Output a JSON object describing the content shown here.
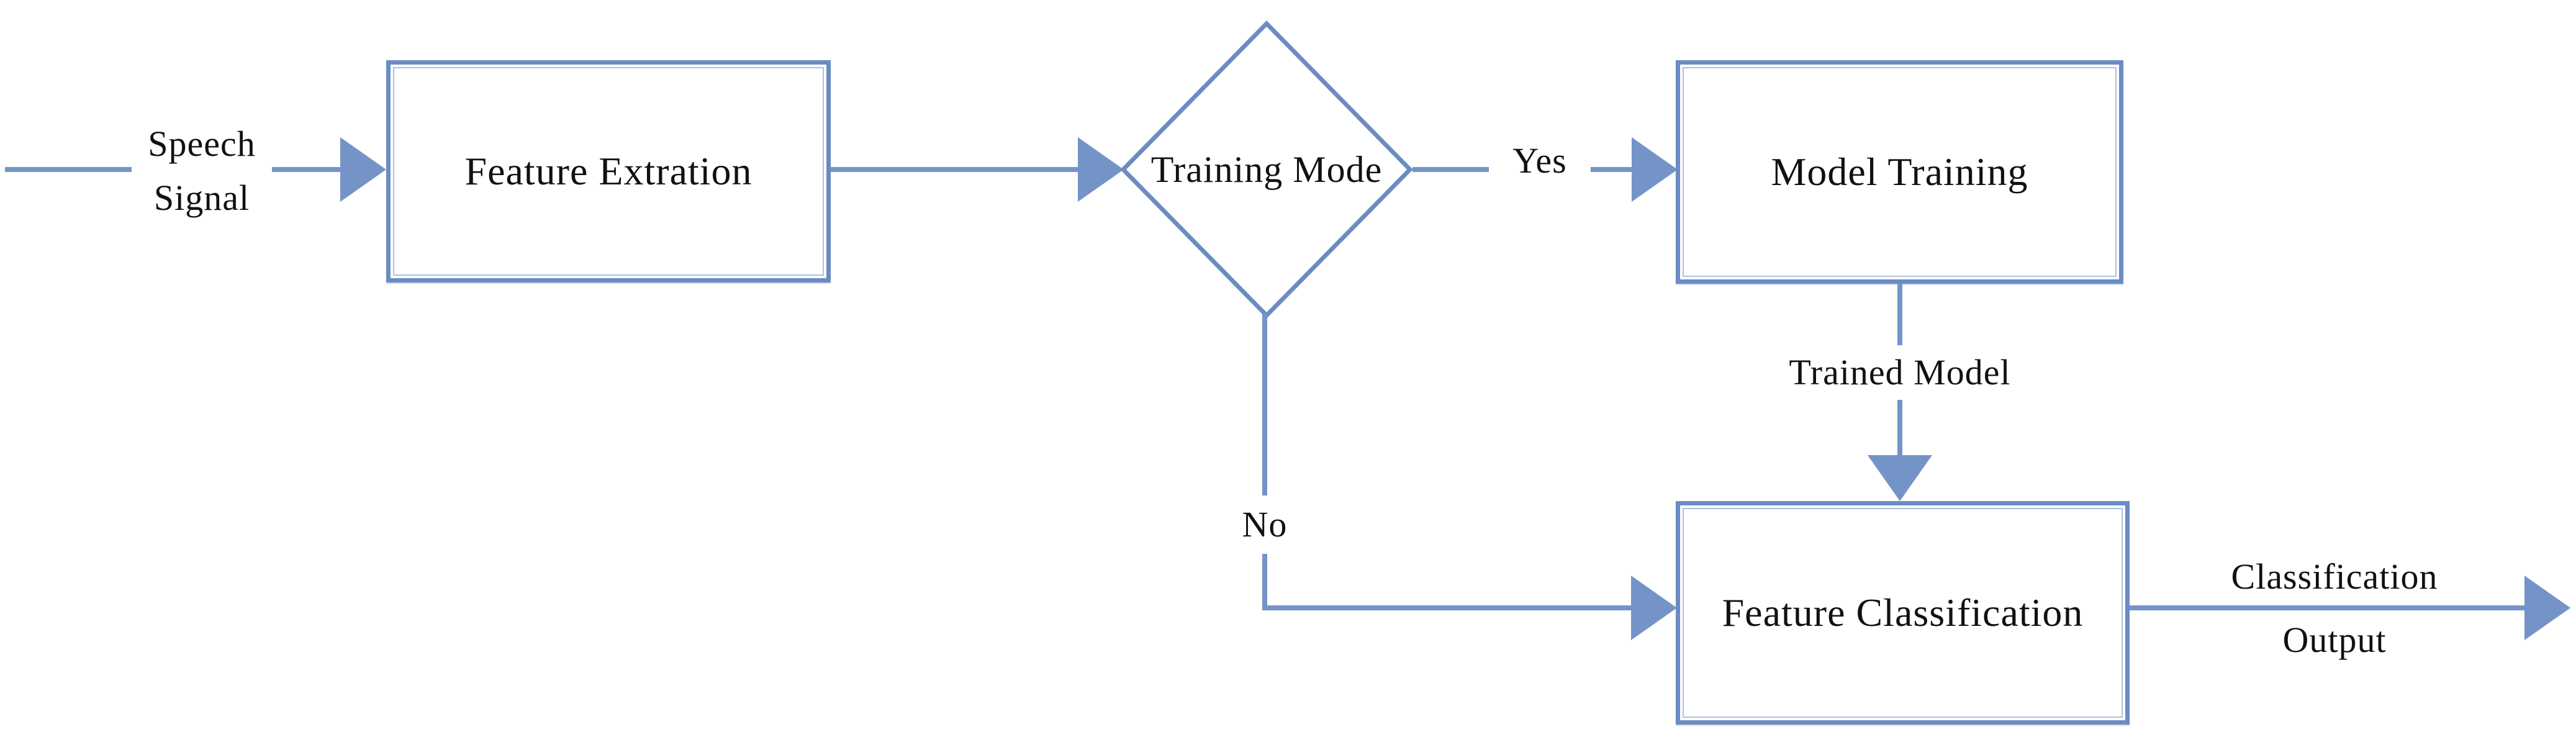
{
  "diagram": {
    "title": "Speech classification flowchart",
    "nodes": {
      "feature_extraction": {
        "label": "Feature Extration",
        "type": "process"
      },
      "training_mode": {
        "label": "Training Mode",
        "type": "decision"
      },
      "model_training": {
        "label": "Model Training",
        "type": "process"
      },
      "feature_classification": {
        "label": "Feature Classification",
        "type": "process"
      }
    },
    "edge_labels": {
      "speech_signal_line1": "Speech",
      "speech_signal_line2": "Signal",
      "yes": "Yes",
      "no": "No",
      "trained_model": "Trained Model",
      "classification_output_line1": "Classification",
      "classification_output_line2": "Output"
    },
    "colors": {
      "line": "#7494c8",
      "border": "#6b8cc3",
      "text": "#111111",
      "background": "#ffffff"
    }
  }
}
